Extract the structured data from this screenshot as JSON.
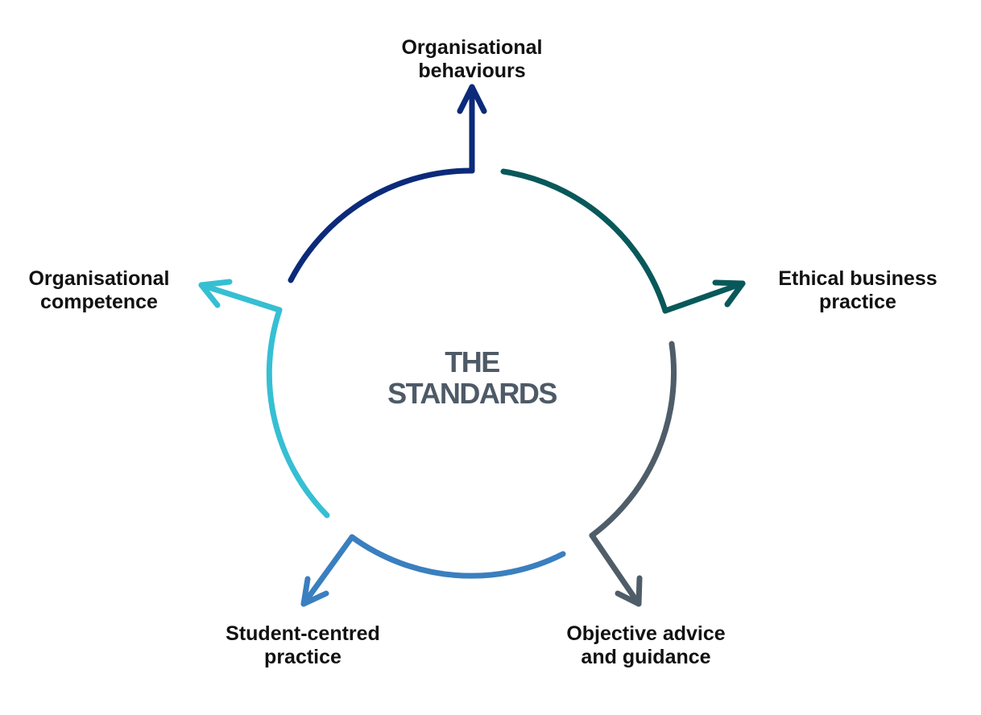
{
  "center": {
    "line1": "THE",
    "line2": "STANDARDS"
  },
  "standards": [
    {
      "id": "organisational-behaviours",
      "lines": [
        "Organisational",
        "behaviours"
      ],
      "color": "#0b2a7a"
    },
    {
      "id": "ethical-business-practice",
      "lines": [
        "Ethical business",
        "practice"
      ],
      "color": "#08585a"
    },
    {
      "id": "objective-advice-guidance",
      "lines": [
        "Objective advice",
        "and guidance"
      ],
      "color": "#4f5d69"
    },
    {
      "id": "student-centred-practice",
      "lines": [
        "Student-centred",
        "practice"
      ],
      "color": "#3a7fbf"
    },
    {
      "id": "organisational-competence",
      "lines": [
        "Organisational",
        "competence"
      ],
      "color": "#36bfd3"
    }
  ]
}
